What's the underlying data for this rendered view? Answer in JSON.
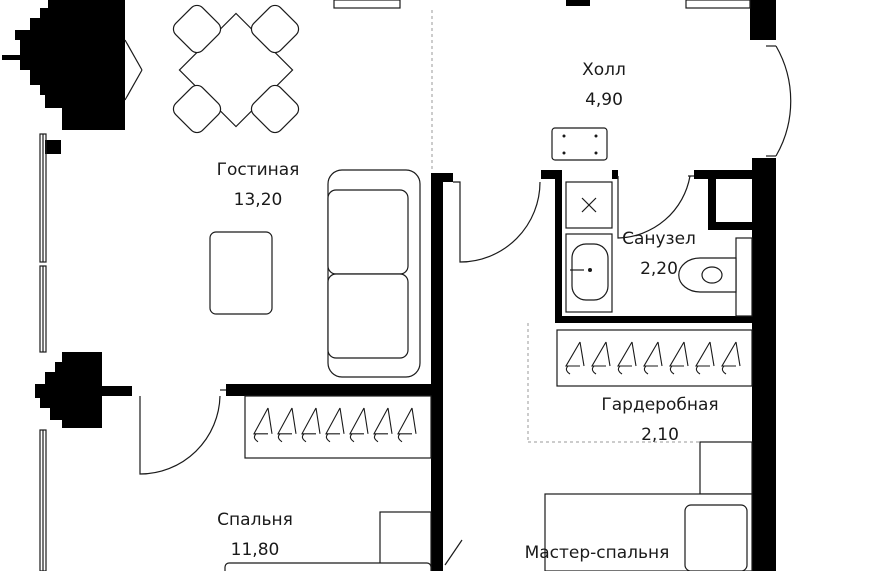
{
  "rooms": {
    "hall": {
      "name": "Холл",
      "area": "4,90"
    },
    "living": {
      "name": "Гостиная",
      "area": "13,20"
    },
    "bathroom": {
      "name": "Санузел",
      "area": "2,20"
    },
    "wardrobe": {
      "name": "Гардеробная",
      "area": "2,10"
    },
    "bedroom": {
      "name": "Спальня",
      "area": "11,80"
    },
    "master": {
      "name": "Мастер-спальня"
    }
  },
  "fixtures": {
    "wardrobe_top_hangers": 7,
    "wardrobe_left_hangers": 7
  }
}
